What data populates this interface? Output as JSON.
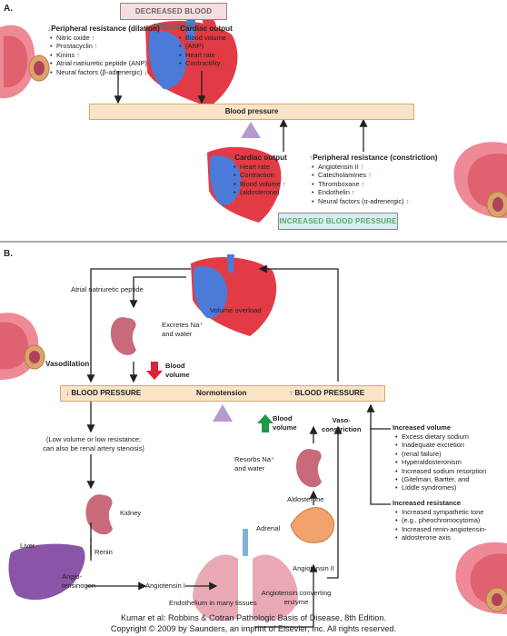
{
  "panel_a": {
    "label": "A.",
    "decreased_header": "DECREASED BLOOD PRESSURE",
    "increased_header": "INCREASED BLOOD PRESSURE",
    "center_bar": "Blood pressure",
    "periph_dilation": {
      "title": "Peripheral resistance (dilation)",
      "items": [
        {
          "text": "Nitric oxide",
          "arrow": "up"
        },
        {
          "text": "Prostacyclin",
          "arrow": "up"
        },
        {
          "text": "Kinins",
          "arrow": "up"
        },
        {
          "text": "Atrial natriuretic peptide (ANP)",
          "arrow": "up"
        },
        {
          "text": "Neural factors (β-adrenergic)",
          "arrow": "down"
        }
      ]
    },
    "cardiac_decrease": {
      "title": "Cardiac output",
      "items": [
        {
          "text": "Blood volume",
          "arrow": "down"
        },
        {
          "text": "(ANP)",
          "arrow": "up"
        },
        {
          "text": "Heart rate",
          "arrow": "down"
        },
        {
          "text": "Contractility",
          "arrow": "down"
        }
      ]
    },
    "cardiac_increase": {
      "title": "Cardiac output",
      "items": [
        {
          "text": "Heart rate",
          "arrow": "up"
        },
        {
          "text": "Contraction",
          "arrow": "up"
        },
        {
          "text": "Blood volume",
          "arrow": "up"
        },
        {
          "text": "(aldosterone)",
          "arrow": ""
        }
      ]
    },
    "periph_constriction": {
      "title": "Peripheral resistance (constriction)",
      "items": [
        {
          "text": "Angiotensin II",
          "arrow": "up"
        },
        {
          "text": "Catecholamines",
          "arrow": "up"
        },
        {
          "text": "Thromboxane",
          "arrow": "up"
        },
        {
          "text": "Endothelin",
          "arrow": "up"
        },
        {
          "text": "Neural factors (α-adrenergic)",
          "arrow": "up"
        }
      ]
    }
  },
  "panel_b": {
    "label": "B.",
    "atrial_peptide": "Atrial natriuretic peptide",
    "volume_overload": "Volume overload",
    "excretes": [
      "Excretes Na⁺",
      "and water"
    ],
    "blood_volume_down": [
      "Blood",
      "volume"
    ],
    "vasodilation": "Vasodilation",
    "bp_low": "BLOOD PRESSURE",
    "normotension": "Normotension",
    "bp_high": "BLOOD PRESSURE",
    "blood_volume_up": [
      "Blood",
      "volume"
    ],
    "vasoconstriction": [
      "Vaso-",
      "constriction"
    ],
    "low_volume_note": [
      "(Low volume or low resistance;",
      "can also be renal artery stenosis)"
    ],
    "resorbs": [
      "Resorbs Na⁺",
      "and water"
    ],
    "aldosterone": "Aldosterone",
    "adrenal": "Adrenal",
    "kidney": "Kidney",
    "renin": "Renin",
    "liver": "Liver",
    "angiotensinogen": [
      "Angio-",
      "tensinogen"
    ],
    "angiotensin_i": "Angiotensin I",
    "angiotensin_ii": "Angiotensin II",
    "endothelium": "Endothelium in many tissues",
    "ace": [
      "Angiotensin converting",
      "enzyme"
    ],
    "increased_volume": {
      "title": "Increased volume",
      "items": [
        "Excess dietary sodium",
        "Inadequate excretion",
        "(renal failure)",
        "Hyperaldosteronism",
        "Increased sodium resorption",
        "(Gitelman, Bartter, and",
        "Liddle syndromes)"
      ]
    },
    "increased_resistance": {
      "title": "Increased resistance",
      "items": [
        "Increased sympathetic tone",
        "(e.g., pheochromocytoma)",
        "Increased renin-angiotensin-",
        "aldosterone axis"
      ]
    }
  },
  "credit": [
    "Kumar et al: Robbins & Cotran Pathologic Basis of Disease, 8th Edition.",
    "Copyright © 2009 by Saunders, an imprint of Elsevier, Inc. All rights reserved."
  ],
  "colors": {
    "bar": "#fbe3c8",
    "up": "#1b9a4a",
    "down": "#d23",
    "triangle": "#b39bd0",
    "vessel": "#e8697a",
    "vein": "#4f7fd6"
  }
}
